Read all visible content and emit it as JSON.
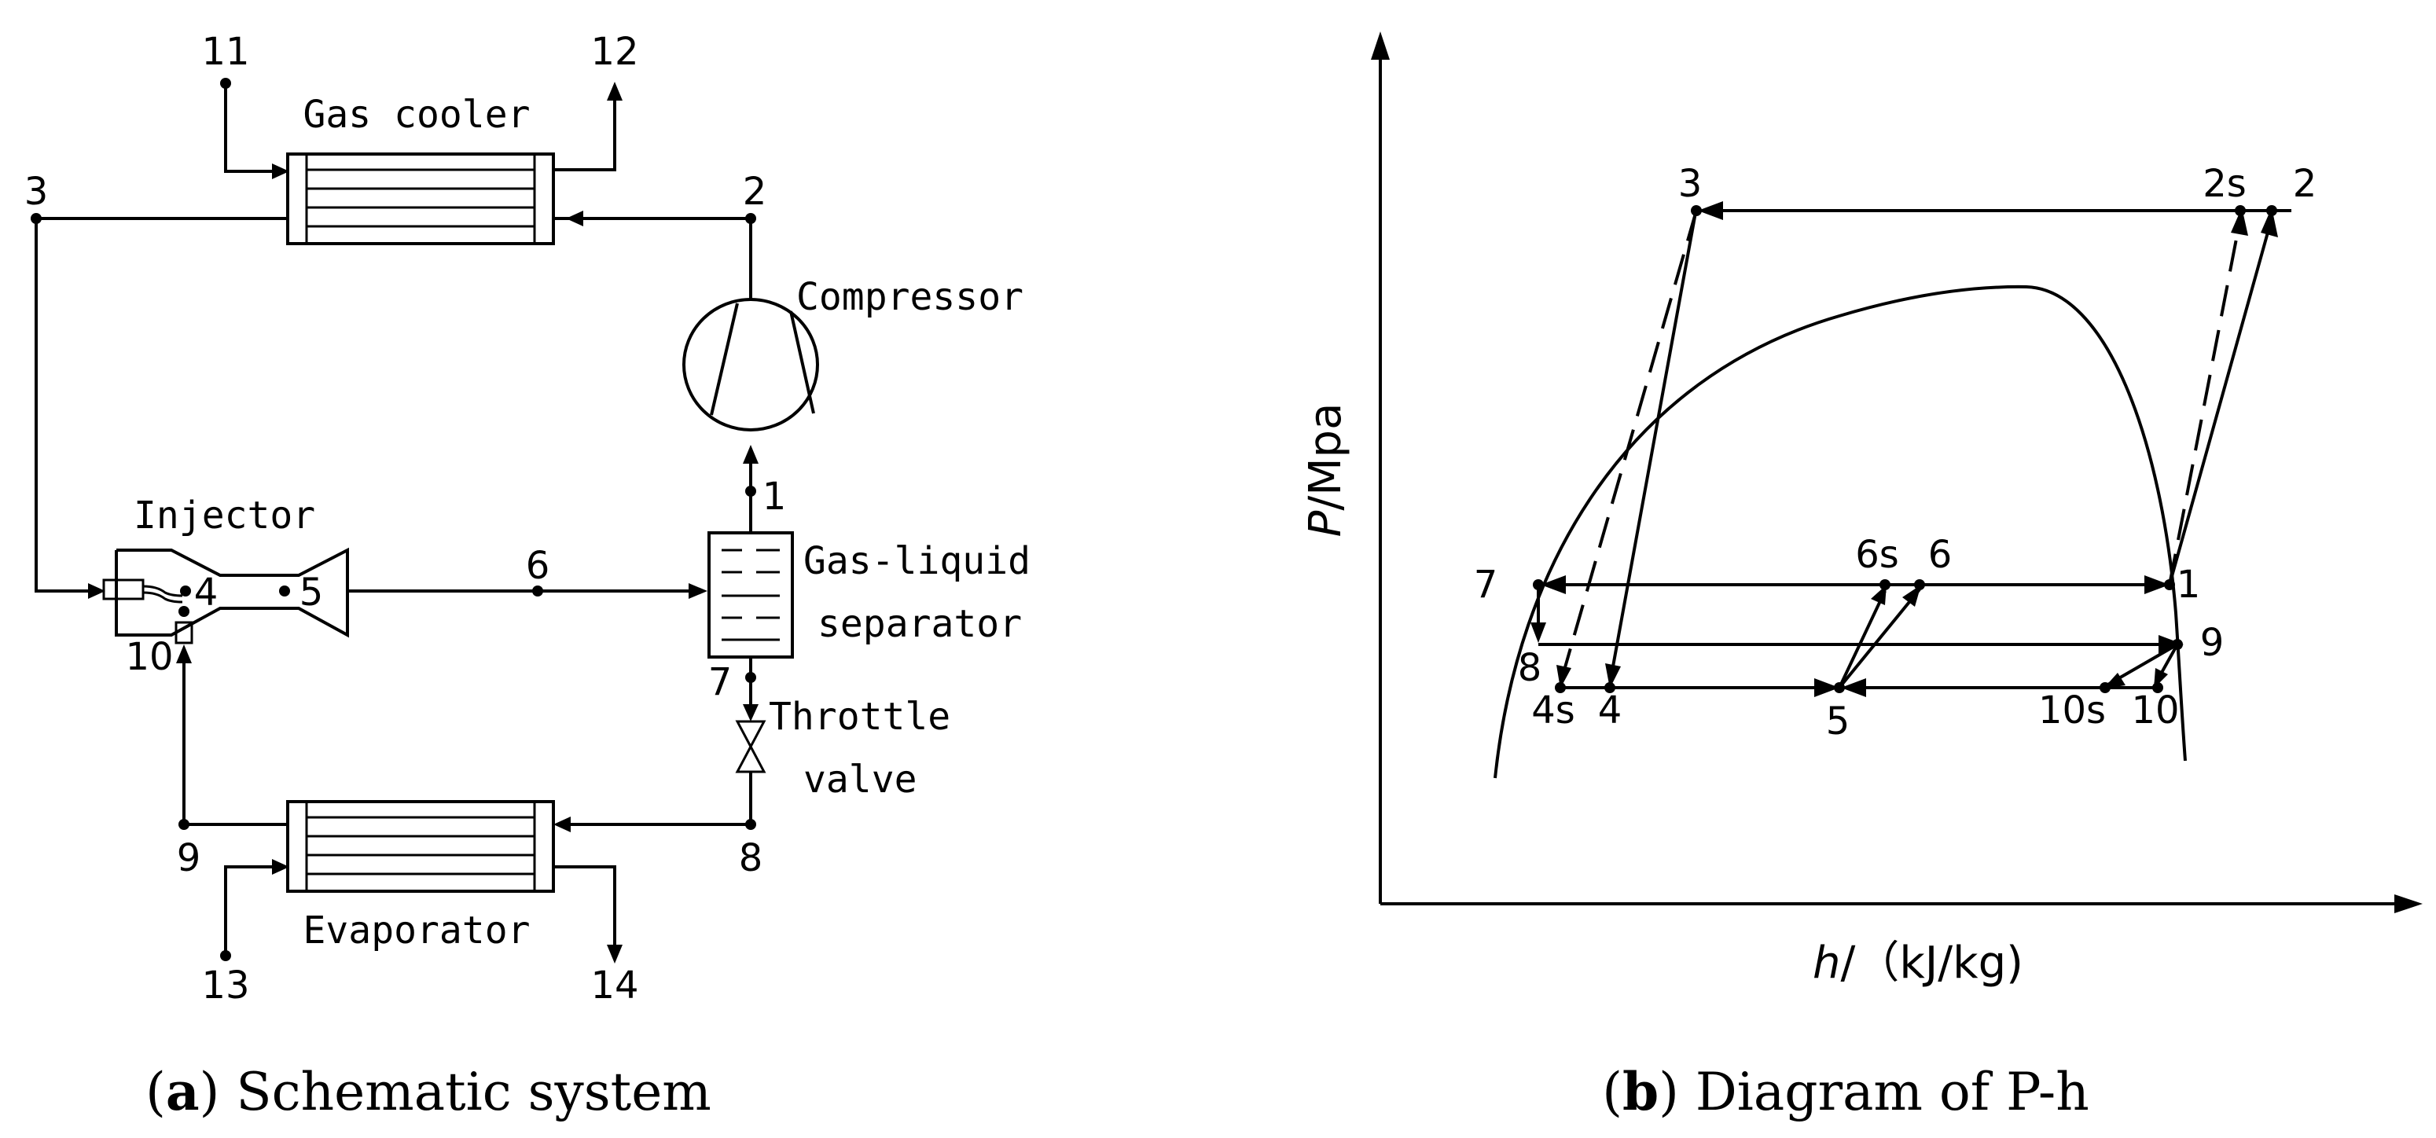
{
  "schematic": {
    "components": {
      "gas_cooler": "Gas cooler",
      "compressor": "Compressor",
      "injector": "Injector",
      "separator_line1": "Gas-liquid",
      "separator_line2": "separator",
      "throttle_line1": "Throttle",
      "throttle_line2": "valve",
      "evaporator": "Evaporator"
    },
    "state_points": {
      "p1": "1",
      "p2": "2",
      "p3": "3",
      "p4": "4",
      "p5": "5",
      "p6": "6",
      "p7": "7",
      "p8": "8",
      "p9": "9",
      "p10": "10",
      "p11": "11",
      "p12": "12",
      "p13": "13",
      "p14": "14"
    },
    "caption_letter": "a",
    "caption_text": "Schematic system"
  },
  "ph_diagram": {
    "y_axis_label_italic": "P",
    "y_axis_label_unit": "/Mpa",
    "x_axis_label_italic": "h",
    "x_axis_label_unit": "/（kJ/kg)",
    "state_points": {
      "p1": "1",
      "p2": "2",
      "p2s": "2s",
      "p3": "3",
      "p4": "4",
      "p4s": "4s",
      "p5": "5",
      "p6": "6",
      "p6s": "6s",
      "p7": "7",
      "p8": "8",
      "p9": "9",
      "p10": "10",
      "p10s": "10s"
    },
    "caption_letter": "b",
    "caption_text": "Diagram of P-h"
  }
}
